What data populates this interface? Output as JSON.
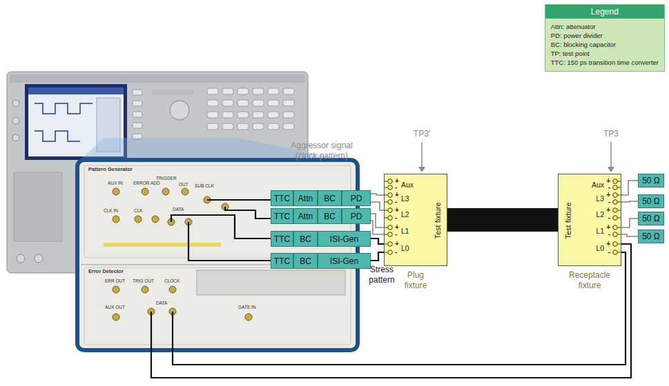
{
  "diagram": {
    "nodes": [
      {
        "text": [
          "TTC"
        ]
      },
      {
        "text": [
          "Attn"
        ]
      },
      {
        "text": [
          "BC"
        ]
      },
      {
        "text": [
          "PD"
        ]
      },
      {
        "text": [
          "TTC"
        ]
      },
      {
        "text": [
          "Attn"
        ]
      },
      {
        "text": [
          "BC"
        ]
      },
      {
        "text": [
          "PD"
        ]
      },
      {
        "text": [
          "TTC"
        ]
      },
      {
        "text": [
          "BC"
        ]
      },
      {
        "text": [
          "ISI-Gen"
        ]
      },
      {
        "text": [
          "TTC"
        ]
      },
      {
        "text": [
          "BC"
        ]
      },
      {
        "text": [
          "ISI-Gen"
        ]
      },
      {
        "text": [
          "Test fixture",
          "Plug fixture",
          "Aux",
          "+",
          "-",
          "L3",
          "+",
          "-",
          "L2",
          "+",
          "-",
          "L1",
          "+",
          "-",
          "L0",
          "+",
          "-"
        ]
      },
      {
        "text": [
          "Test fixture",
          "Receptacle fixture",
          "Aux",
          "+",
          "-",
          "L3",
          "+",
          "-",
          "L2",
          "+",
          "-",
          "L1",
          "+",
          "-",
          "L0",
          "+",
          "-"
        ]
      },
      {
        "text": [
          "50 Ω"
        ]
      },
      {
        "text": [
          "50 Ω"
        ]
      },
      {
        "text": [
          "50 Ω"
        ]
      },
      {
        "text": [
          "50 Ω"
        ]
      }
    ],
    "edges": [
      {
        "from": 3,
        "to": 14,
        "arrow": "none"
      },
      {
        "from": 3,
        "to": 14,
        "arrow": "none"
      },
      {
        "from": 7,
        "to": 14,
        "arrow": "none"
      },
      {
        "from": 7,
        "to": 14,
        "arrow": "none"
      },
      {
        "from": 10,
        "to": 14,
        "arrow": "none"
      },
      {
        "from": 13,
        "to": 14,
        "arrow": "none"
      },
      {
        "from": 14,
        "to": 15,
        "arrow": "none"
      },
      {
        "from": 15,
        "to": 16,
        "arrow": "none"
      },
      {
        "from": 15,
        "to": 17,
        "arrow": "none"
      },
      {
        "from": 15,
        "to": 18,
        "arrow": "none"
      },
      {
        "from": 15,
        "to": 19,
        "arrow": "none"
      }
    ],
    "labels": [
      "Aggressor signal (clock pattern)",
      "Stress pattern",
      "TP3′",
      "TP3",
      "Legend",
      "Pattern Generator",
      "AUX IN",
      "ERROR ADD",
      "TRIGGER",
      "OUT",
      "CLK IN",
      "CLK",
      "SUB CLK",
      "DATA",
      "Error Detector",
      "ERR OUT",
      "TRIG OUT",
      "CLOCK",
      "AUX OUT",
      "DATA",
      "GATE IN"
    ],
    "legend": [
      {
        "text": "Attn: attenuator"
      },
      {
        "text": "PD: power divider"
      },
      {
        "text": "BC: blocking  capacitor"
      },
      {
        "text": "TP: test point"
      },
      {
        "text": "TTC: 150 ps transition time converter"
      }
    ]
  }
}
